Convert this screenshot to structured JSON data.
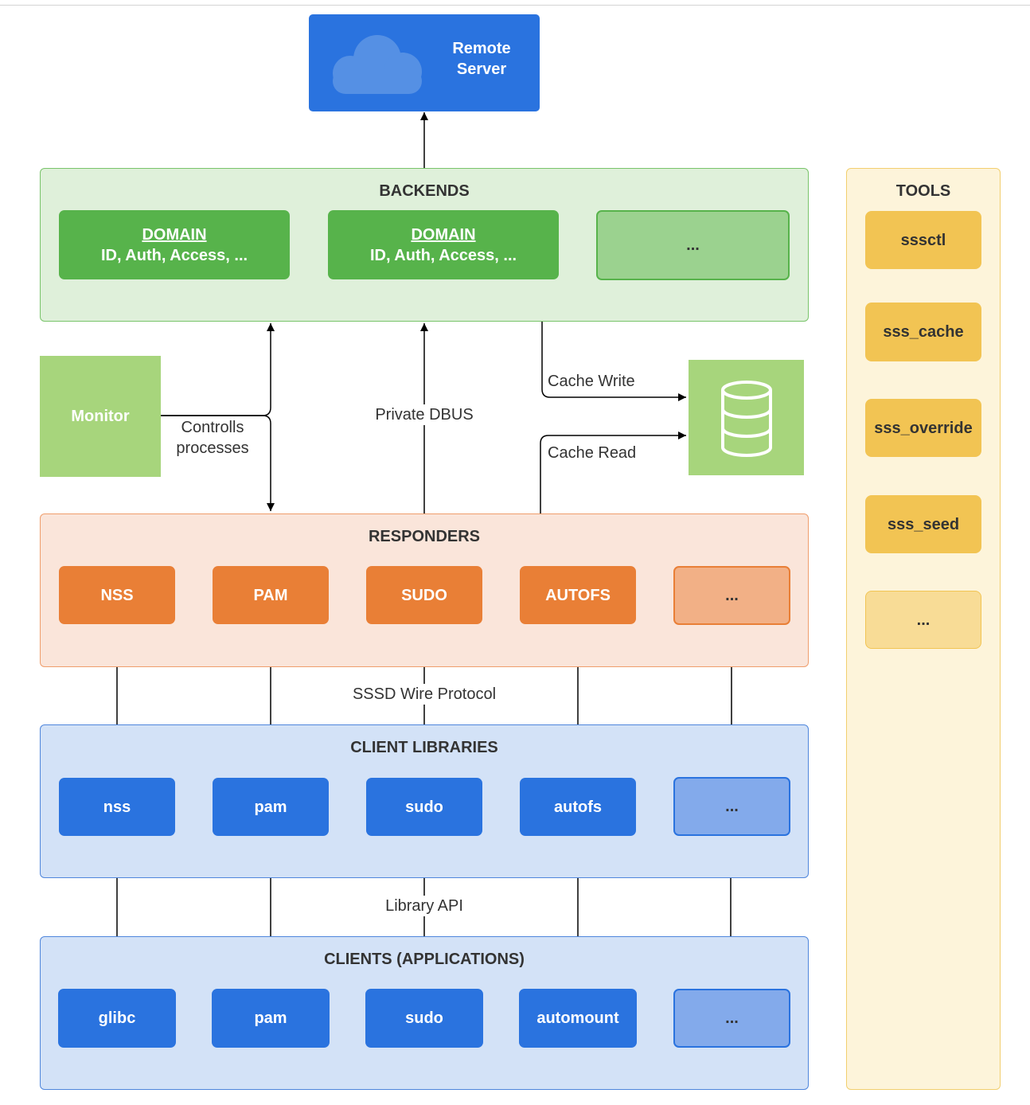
{
  "remote_server": {
    "label_line1": "Remote",
    "label_line2": "Server",
    "icon": "cloud-icon"
  },
  "backends": {
    "title": "BACKENDS",
    "items": [
      {
        "title": "DOMAIN",
        "subtitle": "ID, Auth, Access, ..."
      },
      {
        "title": "DOMAIN",
        "subtitle": "ID, Auth, Access, ..."
      },
      {
        "label": "..."
      }
    ]
  },
  "monitor": {
    "label": "Monitor"
  },
  "cache": {
    "icon": "database-icon"
  },
  "edges": {
    "controls_line1": "Controlls",
    "controls_line2": "processes",
    "private_dbus": "Private DBUS",
    "cache_write": "Cache Write",
    "cache_read": "Cache Read",
    "wire_protocol": "SSSD Wire Protocol",
    "library_api": "Library API"
  },
  "responders": {
    "title": "RESPONDERS",
    "items": [
      "NSS",
      "PAM",
      "SUDO",
      "AUTOFS",
      "..."
    ]
  },
  "client_libraries": {
    "title": "CLIENT LIBRARIES",
    "items": [
      "nss",
      "pam",
      "sudo",
      "autofs",
      "..."
    ]
  },
  "clients": {
    "title": "CLIENTS (APPLICATIONS)",
    "items": [
      "glibc",
      "pam",
      "sudo",
      "automount",
      "..."
    ]
  },
  "tools": {
    "title": "TOOLS",
    "items": [
      "sssctl",
      "sss_cache",
      "sss_override",
      "sss_seed",
      "..."
    ]
  },
  "colors": {
    "backend_green": "#57b34b",
    "responder_orange": "#e97f36",
    "client_blue": "#2a73df",
    "tool_yellow": "#f2c453",
    "monitor_green": "#a7d57c"
  }
}
